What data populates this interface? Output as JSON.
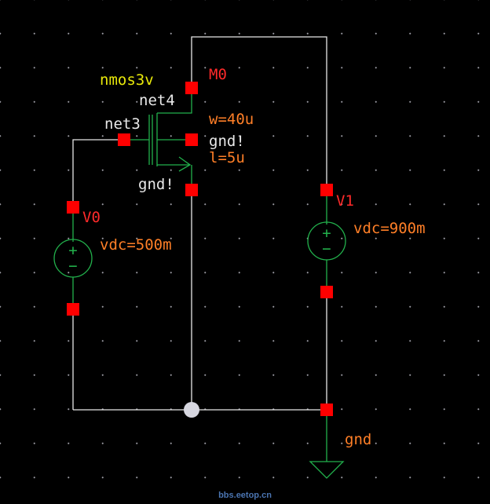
{
  "colors": {
    "background": "#000000",
    "wire": "#e8e8e8",
    "device": "#22b14c",
    "pin": "#ff0000",
    "name_label": "#ff2a2a",
    "param_label": "#ff7f27",
    "model_label": "#e8e80a",
    "net_label": "#e8e8e8",
    "gnd_net_label": "#ff7f27",
    "watermark": "#4a74b0"
  },
  "transistor": {
    "model": "nmos3v",
    "name": "M0",
    "width": "w=40u",
    "length": "l=5u",
    "gate_net": "net3",
    "drain_net": "net4",
    "bulk_net": "gnd!",
    "source_net": "gnd!"
  },
  "sources": [
    {
      "name": "V0",
      "param": "vdc=500m",
      "plus": "+",
      "minus": "−"
    },
    {
      "name": "V1",
      "param": "vdc=900m",
      "plus": "+",
      "minus": "−"
    }
  ],
  "ground": {
    "label": "gnd"
  },
  "watermark": "bbs.eetop.cn"
}
